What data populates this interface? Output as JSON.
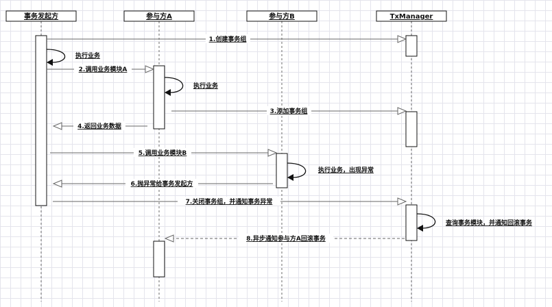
{
  "participants": [
    {
      "id": "initiator",
      "label": "事务发起方"
    },
    {
      "id": "participant-a",
      "label": "参与方A"
    },
    {
      "id": "participant-b",
      "label": "参与方B"
    },
    {
      "id": "txmanager",
      "label": "TxManager"
    }
  ],
  "messages": [
    {
      "id": "create-group",
      "label": "1.创建事务组",
      "from": "initiator",
      "to": "txmanager",
      "style": "solid"
    },
    {
      "id": "call-a",
      "label": "2.调用业务模块A",
      "from": "initiator",
      "to": "participant-a",
      "style": "solid"
    },
    {
      "id": "add-group",
      "label": "3.添加事务组",
      "from": "participant-a",
      "to": "txmanager",
      "style": "solid"
    },
    {
      "id": "return-data",
      "label": "4.返回业务数据",
      "from": "participant-a",
      "to": "initiator",
      "style": "solid"
    },
    {
      "id": "call-b",
      "label": "5.调用业务模块B",
      "from": "initiator",
      "to": "participant-b",
      "style": "solid"
    },
    {
      "id": "throw-exception",
      "label": "6.抛异常给事务发起方",
      "from": "participant-b",
      "to": "initiator",
      "style": "solid"
    },
    {
      "id": "close-group",
      "label": "7.关闭事务组，并通知事务异常",
      "from": "initiator",
      "to": "txmanager",
      "style": "solid"
    },
    {
      "id": "async-rollback",
      "label": "8.异步通知参与方A回滚事务",
      "from": "txmanager",
      "to": "participant-a",
      "style": "dashed"
    }
  ],
  "self_calls": [
    {
      "id": "initiator-exec",
      "label": "执行业务",
      "participant": "initiator"
    },
    {
      "id": "a-exec",
      "label": "执行业务",
      "participant": "participant-a"
    },
    {
      "id": "b-exec",
      "label": "执行业务，出现异常",
      "participant": "participant-b"
    },
    {
      "id": "tx-query",
      "label": "查询事务模块，并通知回滚事务",
      "participant": "txmanager"
    }
  ]
}
